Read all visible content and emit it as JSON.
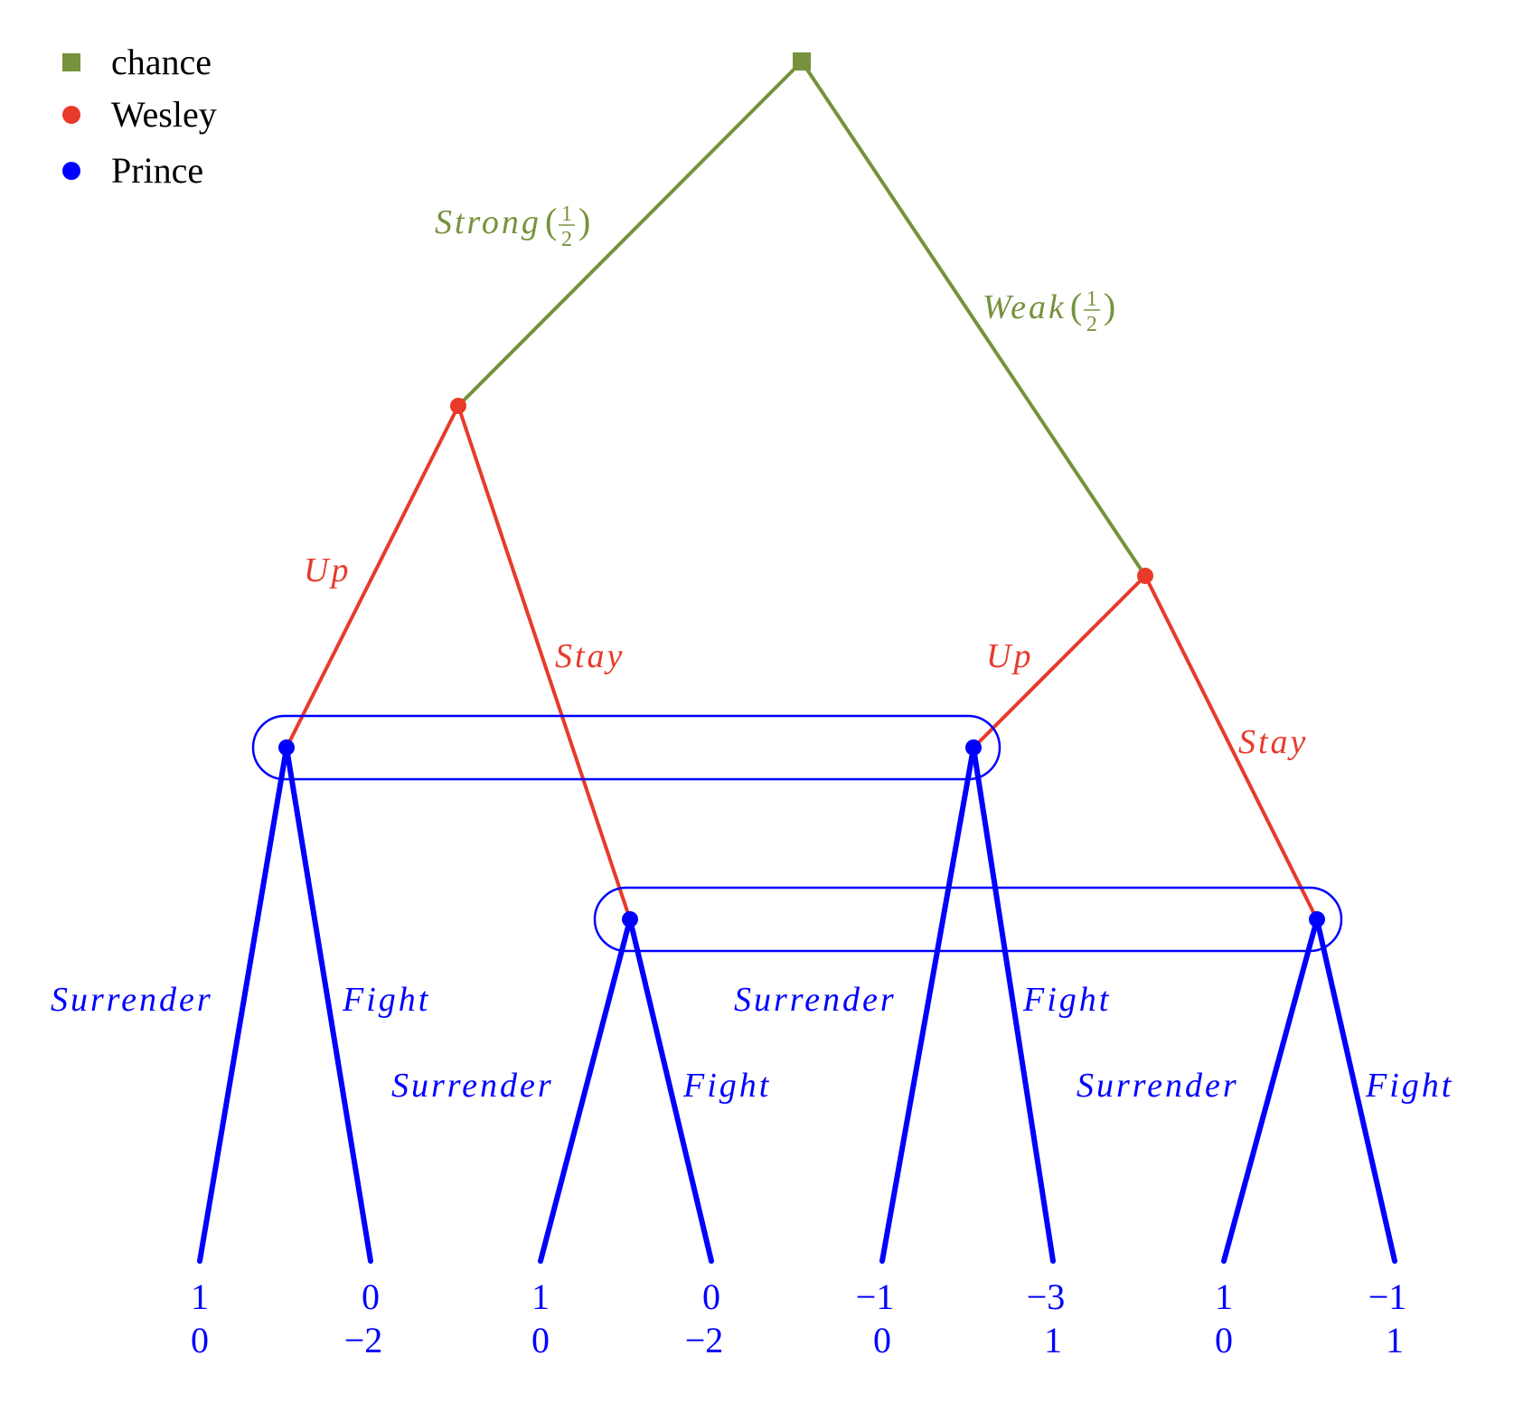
{
  "colors": {
    "chance": "#76923c",
    "wesley": "#e83a2a",
    "prince": "#0000ff"
  },
  "legend": [
    {
      "label": "chance",
      "shape": "square",
      "color": "#76923c"
    },
    {
      "label": "Wesley",
      "shape": "circle",
      "color": "#e83a2a"
    },
    {
      "label": "Prince",
      "shape": "circle",
      "color": "#0000ff"
    }
  ],
  "chance_moves": [
    {
      "label": "Strong",
      "prob_num": "1",
      "prob_den": "2"
    },
    {
      "label": "Weak",
      "prob_num": "1",
      "prob_den": "2"
    }
  ],
  "wesley_moves": {
    "strong": [
      "Up",
      "Stay"
    ],
    "weak": [
      "Up",
      "Stay"
    ]
  },
  "prince_moves": [
    [
      "Surrender",
      "Fight"
    ],
    [
      "Surrender",
      "Fight"
    ],
    [
      "Surrender",
      "Fight"
    ],
    [
      "Surrender",
      "Fight"
    ]
  ],
  "payoffs": [
    [
      "1",
      "0"
    ],
    [
      "0",
      "−2"
    ],
    [
      "1",
      "0"
    ],
    [
      "0",
      "−2"
    ],
    [
      "−1",
      "0"
    ],
    [
      "−3",
      "1"
    ],
    [
      "1",
      "0"
    ],
    [
      "−1",
      "1"
    ]
  ]
}
